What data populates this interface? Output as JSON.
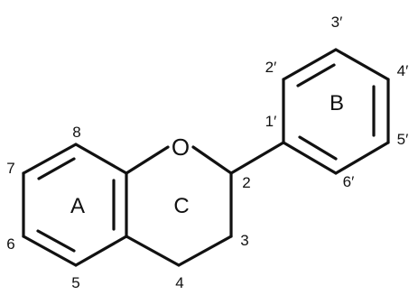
{
  "molecule": {
    "atoms": {
      "oxygen": "O"
    },
    "ring_labels": {
      "a": "A",
      "b": "B",
      "c": "C"
    },
    "positions": {
      "p2": "2",
      "p3": "3",
      "p4": "4",
      "p5": "5",
      "p6": "6",
      "p7": "7",
      "p8": "8",
      "p1p": "1′",
      "p2p": "2′",
      "p3p": "3′",
      "p4p": "4′",
      "p5p": "5′",
      "p6p": "6′"
    }
  }
}
